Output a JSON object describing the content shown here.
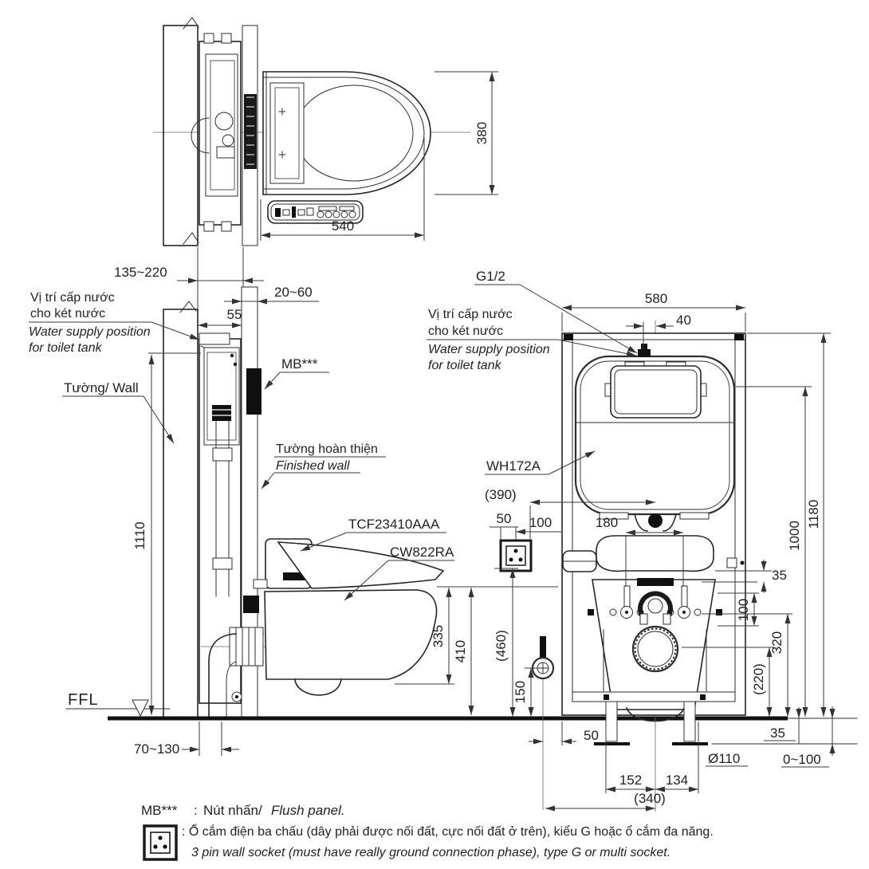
{
  "top_view": {
    "dim_depth": "380",
    "dim_length": "540"
  },
  "side_view": {
    "dim_wall_range": "135~220",
    "dim_finish_range": "20~60",
    "dim_55": "55",
    "dim_height": "1110",
    "dim_floor_offset": "70~130",
    "dim_bowl_335": "335",
    "dim_rim_410": "410",
    "label_ffl": "FFL",
    "label_wall": "Tường/ Wall",
    "label_flush_panel": "MB***",
    "label_finished_wall_vi": "Tường hoàn thiện",
    "label_finished_wall_en": "Finished wall",
    "label_washlet": "TCF23410AAA",
    "label_bowl": "CW822RA",
    "ws_vi_1": "Vị trí cấp nước",
    "ws_vi_2": "cho két nước",
    "ws_en_1": "Water supply position",
    "ws_en_2": "for toilet tank"
  },
  "front_view": {
    "label_thread": "G1/2",
    "label_frame": "WH172A",
    "ws_vi_1": "Vị trí cấp nước",
    "ws_vi_2": "cho két nước",
    "ws_en_1": "Water supply position",
    "ws_en_2": "for toilet tank",
    "dim_width": "580",
    "dim_inlet": "40",
    "dim_tank": "(390)",
    "dim_socket_50": "50",
    "dim_socket_100": "100",
    "dim_bolts": "180",
    "dim_1000": "1000",
    "dim_1180": "1180",
    "dim_gap_35": "35",
    "dim_right_100": "100",
    "dim_drain_320": "320",
    "dim_drain_220": "(220)",
    "dim_floor_35": "35",
    "dim_adjust": "0~100",
    "dim_floor_drain_150": "150",
    "dim_socket_height": "(460)",
    "dim_leg_50": "50",
    "dim_drain_dia": "Ø110",
    "dim_152": "152",
    "dim_134": "134",
    "dim_340": "(340)"
  },
  "legend": {
    "flush_code": "MB***",
    "flush_sep": ":",
    "flush_vi": "Nút nhấn/",
    "flush_en": "Flush panel.",
    "socket_vi": ": Ổ cắm điện ba chấu (dây phải được nối đất, cực nối đất ở trên), kiểu G hoặc ổ cắm đa năng.",
    "socket_en": "3 pin wall socket (must have really ground connection phase), type G or multi socket."
  }
}
